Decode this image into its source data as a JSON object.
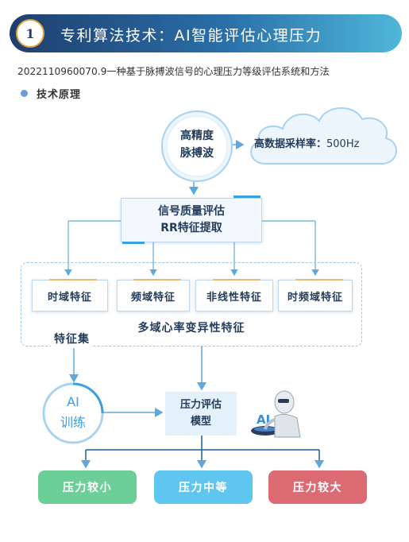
{
  "header": {
    "badge_number": "1",
    "title": "专利算法技术：AI智能评估心理压力",
    "colors": {
      "dark": "#1f3f6e",
      "light": "#4fb7d9",
      "badge_ring": "#e3a23b"
    }
  },
  "patent_line": "2022110960070.9一种基于脉搏波信号的心理压力等级评估系统和方法",
  "section_label": "技术原理",
  "diagram": {
    "pulse_wave": {
      "line1": "高精度",
      "line2": "脉搏波"
    },
    "sampling_cloud": {
      "label": "高数据采样率：",
      "value": "500Hz"
    },
    "quality_box": {
      "line1": "信号质量评估",
      "line2": "RR特征提取"
    },
    "features": [
      "时域特征",
      "频域特征",
      "非线性特征",
      "时频域特征"
    ],
    "multi_domain_label": "多域心率变异性特征",
    "feature_set_label": "特征集",
    "ai_training": {
      "line1": "AI",
      "line2": "训练"
    },
    "model_box": {
      "line1": "压力评估",
      "line2": "模型"
    },
    "robot_icon": "robot-icon",
    "outcomes": [
      {
        "label": "压力较小",
        "color": "#6dcf98"
      },
      {
        "label": "压力中等",
        "color": "#5fc6ef"
      },
      {
        "label": "压力较大",
        "color": "#dc6a72"
      }
    ]
  }
}
